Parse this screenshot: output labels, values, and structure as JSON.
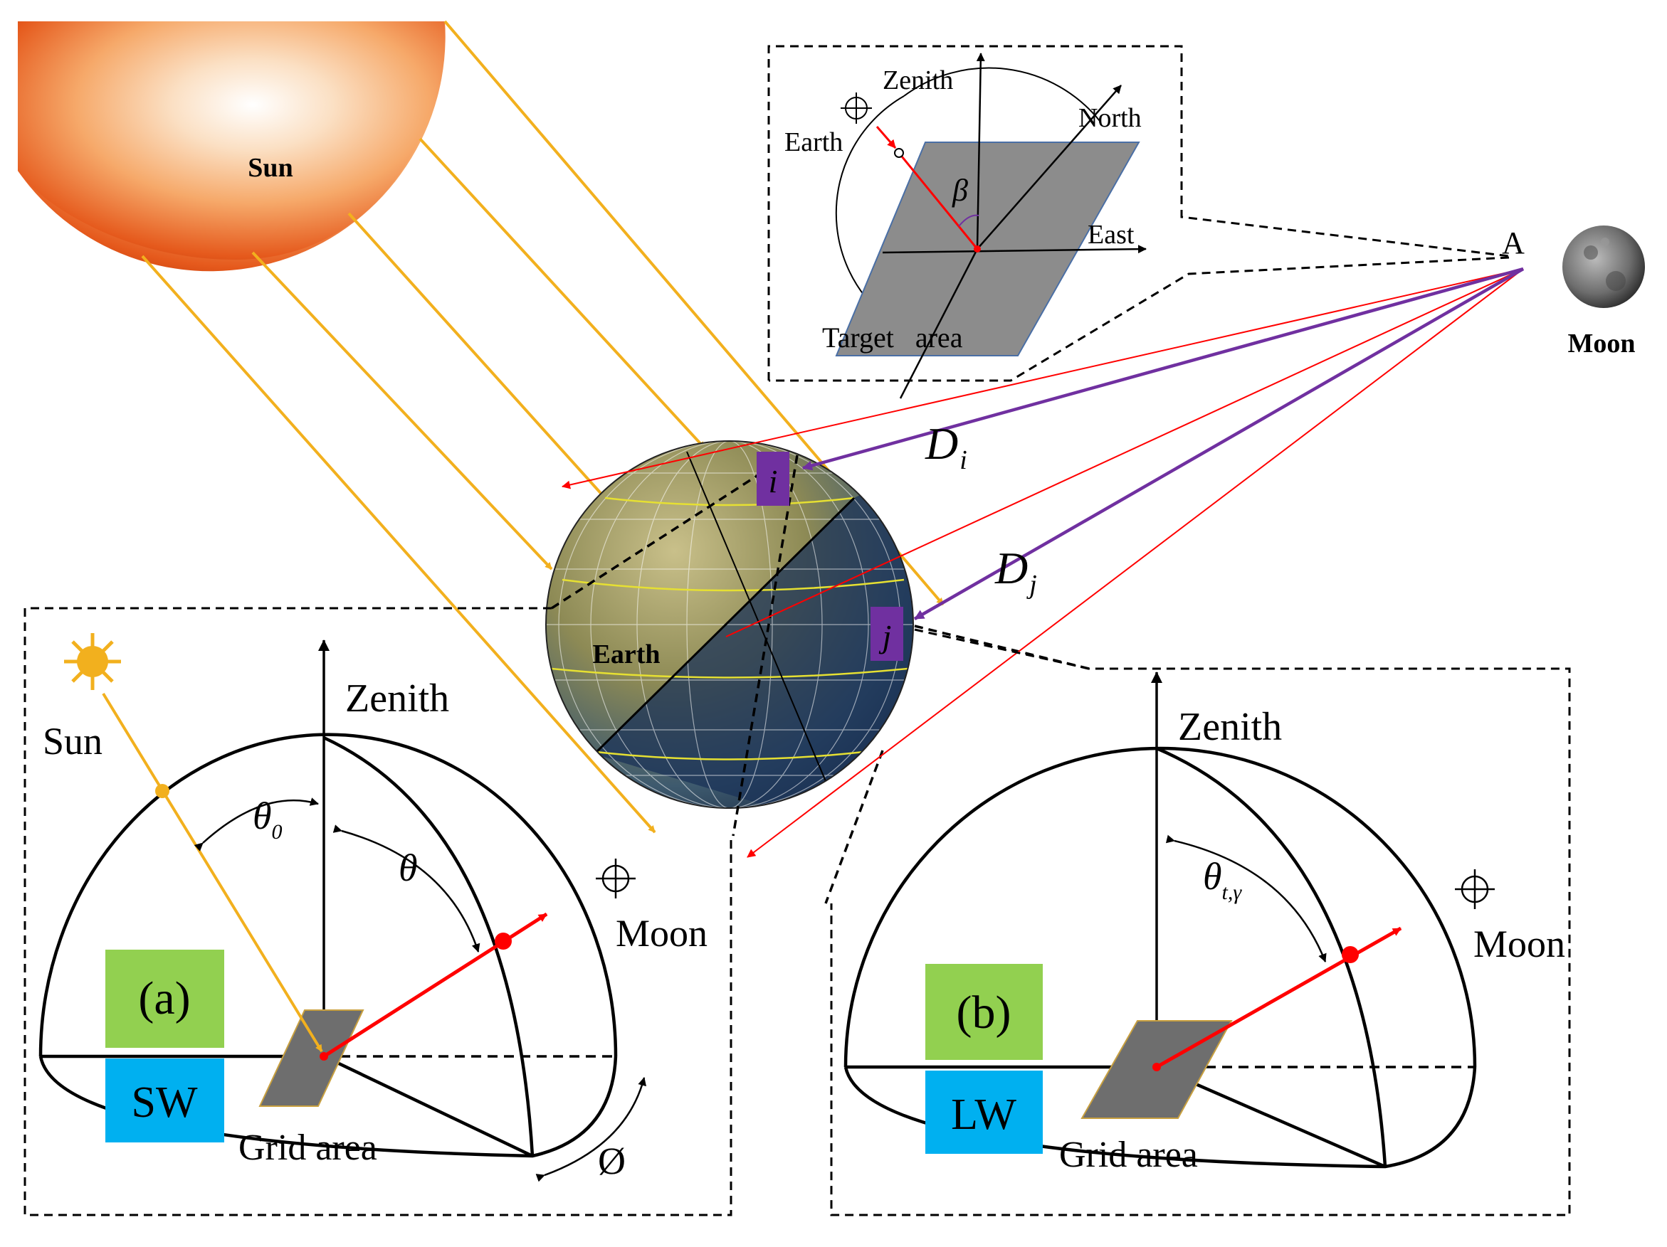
{
  "sun": {
    "label": "Sun"
  },
  "moon": {
    "label": "Moon",
    "point_label": "A"
  },
  "earth": {
    "label": "Earth"
  },
  "grid_cells": {
    "i_label": "i",
    "j_label": "j"
  },
  "distances": {
    "di_main": "D",
    "di_sub": "i",
    "dj_main": "D",
    "dj_sub": "j"
  },
  "inset_top": {
    "zenith": "Zenith",
    "north": "North",
    "east": "East",
    "earth": "Earth",
    "beta": "β",
    "target_area": "Target   area"
  },
  "panel_a": {
    "zenith": "Zenith",
    "sun": "Sun",
    "moon": "Moon",
    "theta0_main": "θ",
    "theta0_sub": "0",
    "theta": "θ",
    "phi": "Ø",
    "tag": "(a)",
    "band": "SW",
    "grid_area": "Grid area"
  },
  "panel_b": {
    "zenith": "Zenith",
    "moon": "Moon",
    "theta_main": "θ",
    "theta_sub": "t,γ",
    "tag": "(b)",
    "band": "LW",
    "grid_area": "Grid area"
  },
  "colors": {
    "sun_ray": "#F2B01E",
    "moon_ray_red": "#FF0000",
    "moon_ray_purple": "#7030A0",
    "tag_green": "#92D050",
    "band_blue": "#00B0F0",
    "cell_purple": "#7030A0"
  },
  "icons": [
    "sun-icon",
    "moon-icon",
    "earth-globe-icon",
    "crosshair-icon"
  ]
}
